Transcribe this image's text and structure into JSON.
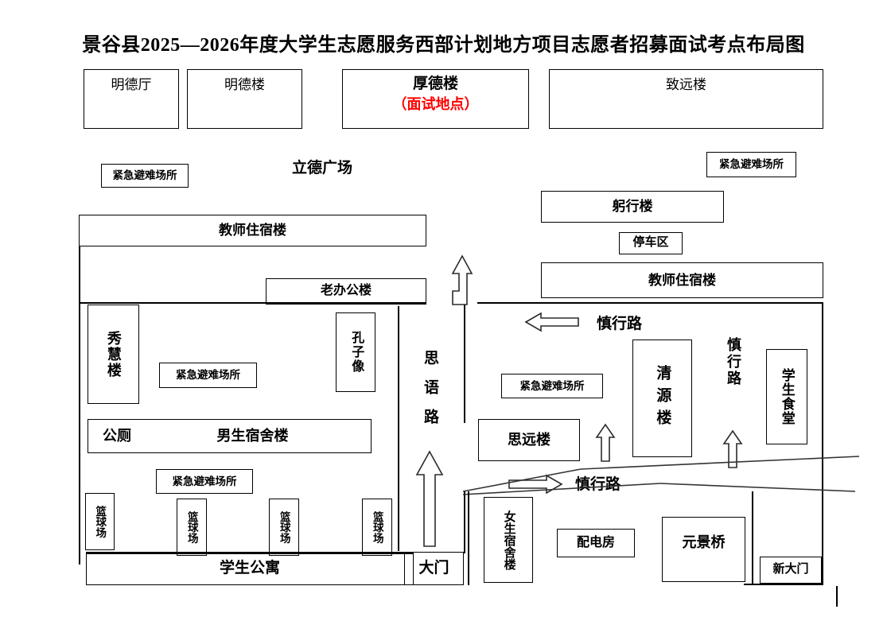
{
  "title": "景谷县2025—2026年度大学生志愿服务西部计划地方项目志愿者招募面试考点布局图",
  "buildings": {
    "mingde_hall": "明德厅",
    "mingde_building": "明德楼",
    "houde_building": "厚德楼",
    "houde_note": "（面试地点）",
    "zhiyuan_building": "致远楼",
    "lide_square": "立德广场",
    "gongxing_building": "躬行楼",
    "parking_area": "停车区",
    "teacher_dorm_left": "教师住宿楼",
    "teacher_dorm_right": "教师住宿楼",
    "old_office_building": "老办公楼",
    "xiuhui_building": "秀慧楼",
    "confucius_statue": "孔子像",
    "public_toilet": "公厕",
    "male_dorm": "男生宿舍楼",
    "siyuan_building": "思远楼",
    "qingyuan_building": "清源楼",
    "student_canteen": "学生食堂",
    "student_apartment": "学生公寓",
    "main_gate": "大门",
    "female_dorm": "女生宿舍楼",
    "power_room": "配电房",
    "yuanjing_bridge": "元景桥",
    "new_gate": "新大门",
    "basketball_court": "篮球场"
  },
  "roads": {
    "siyu_road": "思语路",
    "shenxing_road_upper": "慎行路",
    "shenxing_road_vertical": "慎行路",
    "shenxing_road_lower": "慎行路"
  },
  "shelters": {
    "label": "紧急避难场所",
    "count": 5
  },
  "colors": {
    "outline": "#000000",
    "highlight": "#ff0000",
    "background": "#ffffff"
  }
}
